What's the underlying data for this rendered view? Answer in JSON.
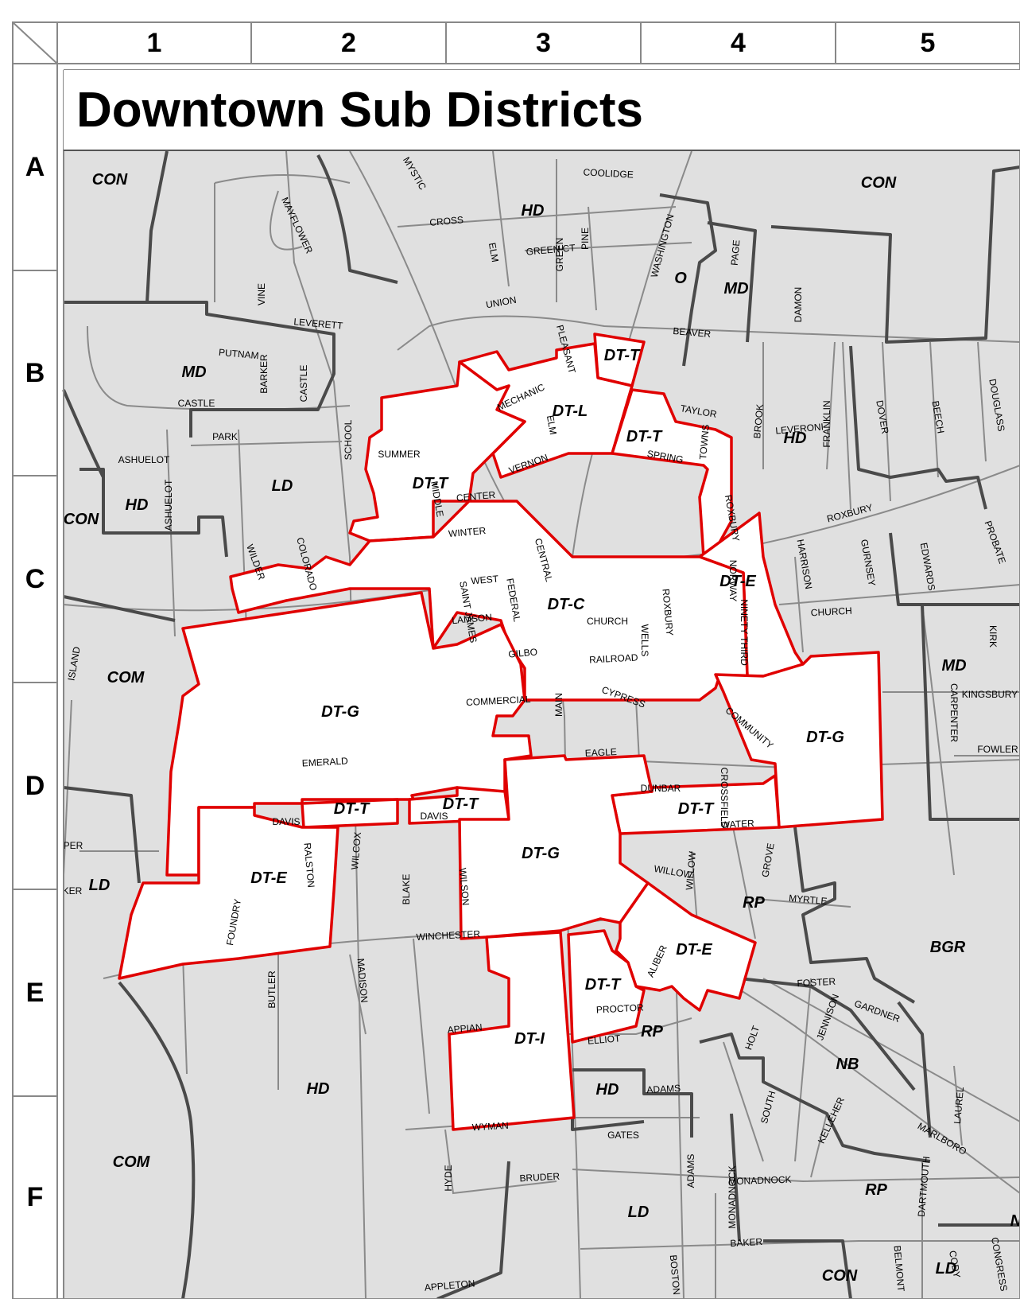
{
  "title": "Downtown Sub Districts",
  "grid": {
    "columns": [
      "1",
      "2",
      "3",
      "4",
      "5"
    ],
    "rows": [
      "A",
      "B",
      "C",
      "D",
      "E",
      "F"
    ]
  },
  "colors": {
    "background_zone": "#e0e0e0",
    "downtown_fill": "#ffffff",
    "downtown_border": "#e00000",
    "zone_border": "#4a4a4a",
    "street": "#8a8a8a"
  },
  "zone_labels": [
    {
      "id": "z1",
      "text": "CON"
    },
    {
      "id": "z2",
      "text": "HD"
    },
    {
      "id": "z3",
      "text": "CON"
    },
    {
      "id": "z4",
      "text": "O"
    },
    {
      "id": "z5",
      "text": "MD"
    },
    {
      "id": "z6",
      "text": "MD"
    },
    {
      "id": "z7",
      "text": "HD"
    },
    {
      "id": "z8",
      "text": "LD"
    },
    {
      "id": "z9",
      "text": "HD"
    },
    {
      "id": "z10",
      "text": "CON"
    },
    {
      "id": "z11",
      "text": "COM"
    },
    {
      "id": "z12",
      "text": "MD"
    },
    {
      "id": "z13",
      "text": "LD"
    },
    {
      "id": "z14",
      "text": "RP"
    },
    {
      "id": "z15",
      "text": "BGR"
    },
    {
      "id": "z16",
      "text": "NB"
    },
    {
      "id": "z17",
      "text": "HD"
    },
    {
      "id": "z18",
      "text": "HD"
    },
    {
      "id": "z19",
      "text": "RP"
    },
    {
      "id": "z20",
      "text": "COM"
    },
    {
      "id": "z21",
      "text": "LD"
    },
    {
      "id": "z22",
      "text": "RP"
    },
    {
      "id": "z23",
      "text": "CON"
    },
    {
      "id": "z24",
      "text": "LD"
    },
    {
      "id": "z25",
      "text": "N"
    }
  ],
  "district_labels": [
    {
      "id": "d1",
      "text": "DT-T"
    },
    {
      "id": "d2",
      "text": "DT-L"
    },
    {
      "id": "d3",
      "text": "DT-T"
    },
    {
      "id": "d4",
      "text": "DT-T"
    },
    {
      "id": "d5",
      "text": "DT-E"
    },
    {
      "id": "d6",
      "text": "DT-C"
    },
    {
      "id": "d7",
      "text": "DT-G"
    },
    {
      "id": "d8",
      "text": "DT-G"
    },
    {
      "id": "d9",
      "text": "DT-T"
    },
    {
      "id": "d10",
      "text": "DT-T"
    },
    {
      "id": "d11",
      "text": "DT-T"
    },
    {
      "id": "d12",
      "text": "DT-E"
    },
    {
      "id": "d13",
      "text": "DT-G"
    },
    {
      "id": "d14",
      "text": "DT-E"
    },
    {
      "id": "d15",
      "text": "DT-T"
    },
    {
      "id": "d16",
      "text": "DT-I"
    }
  ],
  "street_labels": [
    {
      "id": "s1",
      "text": "MYSTIC"
    },
    {
      "id": "s2",
      "text": "COOLIDGE"
    },
    {
      "id": "s3",
      "text": "MAYFLOWER"
    },
    {
      "id": "s4",
      "text": "CROSS"
    },
    {
      "id": "s5",
      "text": "ELM"
    },
    {
      "id": "s6",
      "text": "GREEN CT"
    },
    {
      "id": "s7",
      "text": "GREEN"
    },
    {
      "id": "s8",
      "text": "PINE"
    },
    {
      "id": "s9",
      "text": "WASHINGTON"
    },
    {
      "id": "s10",
      "text": "PAGE"
    },
    {
      "id": "s11",
      "text": "DAMON"
    },
    {
      "id": "s12",
      "text": "VINE"
    },
    {
      "id": "s13",
      "text": "UNION"
    },
    {
      "id": "s14",
      "text": "LEVERETT"
    },
    {
      "id": "s15",
      "text": "BEAVER"
    },
    {
      "id": "s16",
      "text": "PUTNAM"
    },
    {
      "id": "s17",
      "text": "BARKER"
    },
    {
      "id": "s18",
      "text": "CASTLE"
    },
    {
      "id": "s19",
      "text": "PLEASANT"
    },
    {
      "id": "s20",
      "text": "MECHANIC"
    },
    {
      "id": "s21",
      "text": "ELM"
    },
    {
      "id": "s22",
      "text": "CASTLE"
    },
    {
      "id": "s23",
      "text": "TAYLOR"
    },
    {
      "id": "s24",
      "text": "BROOK"
    },
    {
      "id": "s25",
      "text": "LEVERONI"
    },
    {
      "id": "s26",
      "text": "FRANKLIN"
    },
    {
      "id": "s27",
      "text": "DOVER"
    },
    {
      "id": "s28",
      "text": "BEECH"
    },
    {
      "id": "s29",
      "text": "DOUGLASS"
    },
    {
      "id": "s30",
      "text": "PARK"
    },
    {
      "id": "s31",
      "text": "SCHOOL"
    },
    {
      "id": "s32",
      "text": "TOWNS"
    },
    {
      "id": "s33",
      "text": "SPRING"
    },
    {
      "id": "s34",
      "text": "ASHUELOT"
    },
    {
      "id": "s35",
      "text": "SUMMER"
    },
    {
      "id": "s36",
      "text": "VERNON"
    },
    {
      "id": "s37",
      "text": "MIDDLE"
    },
    {
      "id": "s38",
      "text": "CENTER"
    },
    {
      "id": "s39",
      "text": "ROXBURY"
    },
    {
      "id": "s40",
      "text": "ASHUELOT"
    },
    {
      "id": "s41",
      "text": "WINTER"
    },
    {
      "id": "s42",
      "text": "ROXBURY"
    },
    {
      "id": "s43",
      "text": "HARRISON"
    },
    {
      "id": "s44",
      "text": "GURNSEY"
    },
    {
      "id": "s45",
      "text": "EDWARDS"
    },
    {
      "id": "s46",
      "text": "PROBATE"
    },
    {
      "id": "s47",
      "text": "WILDER"
    },
    {
      "id": "s48",
      "text": "COLORADO"
    },
    {
      "id": "s49",
      "text": "CENTRAL"
    },
    {
      "id": "s50",
      "text": "WEST"
    },
    {
      "id": "s51",
      "text": "FEDERAL"
    },
    {
      "id": "s52",
      "text": "SAINT JAMES"
    },
    {
      "id": "s53",
      "text": "LAMSON"
    },
    {
      "id": "s54",
      "text": "CHURCH"
    },
    {
      "id": "s55",
      "text": "WELLS"
    },
    {
      "id": "s56",
      "text": "ROXBURY"
    },
    {
      "id": "s57",
      "text": "NORWAY"
    },
    {
      "id": "s58",
      "text": "NINETY THIRD"
    },
    {
      "id": "s59",
      "text": "CHURCH"
    },
    {
      "id": "s60",
      "text": "KIRK"
    },
    {
      "id": "s61",
      "text": "GILBO"
    },
    {
      "id": "s62",
      "text": "RAILROAD"
    },
    {
      "id": "s63",
      "text": "ISLAND"
    },
    {
      "id": "s64",
      "text": "CARPENTER"
    },
    {
      "id": "s65",
      "text": "KINGSBURY"
    },
    {
      "id": "s66",
      "text": "COMMERCIAL"
    },
    {
      "id": "s67",
      "text": "MAIN"
    },
    {
      "id": "s68",
      "text": "CYPRESS"
    },
    {
      "id": "s69",
      "text": "COMMUNITY"
    },
    {
      "id": "s70",
      "text": "FOWLER"
    },
    {
      "id": "s71",
      "text": "EMERALD"
    },
    {
      "id": "s72",
      "text": "EAGLE"
    },
    {
      "id": "s73",
      "text": "CROSSFIELD"
    },
    {
      "id": "s74",
      "text": "DUNBAR"
    },
    {
      "id": "s75",
      "text": "DAVIS"
    },
    {
      "id": "s76",
      "text": "DAVIS"
    },
    {
      "id": "s77",
      "text": "WATER"
    },
    {
      "id": "s78",
      "text": "PER"
    },
    {
      "id": "s79",
      "text": "RALSTON"
    },
    {
      "id": "s80",
      "text": "WILCOX"
    },
    {
      "id": "s81",
      "text": "GROVE"
    },
    {
      "id": "s82",
      "text": "WILLOW"
    },
    {
      "id": "s83",
      "text": "WILLOW"
    },
    {
      "id": "s84",
      "text": "KER"
    },
    {
      "id": "s85",
      "text": "BLAKE"
    },
    {
      "id": "s86",
      "text": "WILSON"
    },
    {
      "id": "s87",
      "text": "MYRTLE"
    },
    {
      "id": "s88",
      "text": "FOUNDRY"
    },
    {
      "id": "s89",
      "text": "WINCHESTER"
    },
    {
      "id": "s90",
      "text": "ALIBER"
    },
    {
      "id": "s91",
      "text": "FOSTER"
    },
    {
      "id": "s92",
      "text": "JENNISON"
    },
    {
      "id": "s93",
      "text": "GARDNER"
    },
    {
      "id": "s94",
      "text": "BUTLER"
    },
    {
      "id": "s95",
      "text": "MADISON"
    },
    {
      "id": "s96",
      "text": "PROCTOR"
    },
    {
      "id": "s97",
      "text": "HOLT"
    },
    {
      "id": "s98",
      "text": "APPIAN"
    },
    {
      "id": "s99",
      "text": "ELLIOT"
    },
    {
      "id": "s100",
      "text": "ADAMS"
    },
    {
      "id": "s101",
      "text": "SOUTH"
    },
    {
      "id": "s102",
      "text": "KELLEHER"
    },
    {
      "id": "s103",
      "text": "LAUREL"
    },
    {
      "id": "s104",
      "text": "MARLBORO"
    },
    {
      "id": "s105",
      "text": "WYMAN"
    },
    {
      "id": "s106",
      "text": "GATES"
    },
    {
      "id": "s107",
      "text": "HYDE"
    },
    {
      "id": "s108",
      "text": "BRUDER"
    },
    {
      "id": "s109",
      "text": "ADAMS"
    },
    {
      "id": "s110",
      "text": "MONADNOCK"
    },
    {
      "id": "s111",
      "text": "MONADNOCK"
    },
    {
      "id": "s112",
      "text": "DARTMOUTH"
    },
    {
      "id": "s113",
      "text": "BAKER"
    },
    {
      "id": "s114",
      "text": "BOSTON"
    },
    {
      "id": "s115",
      "text": "BELMONT"
    },
    {
      "id": "s116",
      "text": "CODY"
    },
    {
      "id": "s117",
      "text": "CONGRESS"
    },
    {
      "id": "s118",
      "text": "APPLETON"
    }
  ]
}
